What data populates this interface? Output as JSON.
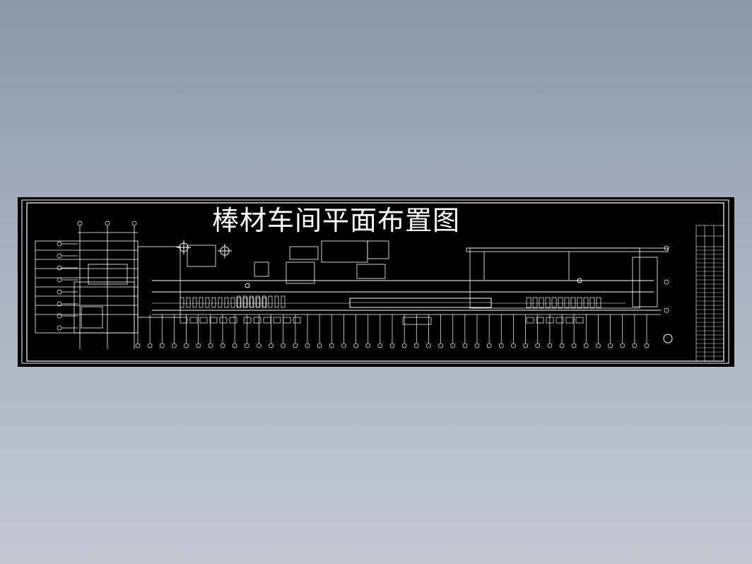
{
  "drawing": {
    "title": "棒材车间平面布置图",
    "colors": {
      "background": "#000000",
      "lines": "#ffffff",
      "page_top": "#8b98aa",
      "page_bottom": "#c3c8d3"
    },
    "bottom_axis_count": 43,
    "left_axis_count": 8
  }
}
